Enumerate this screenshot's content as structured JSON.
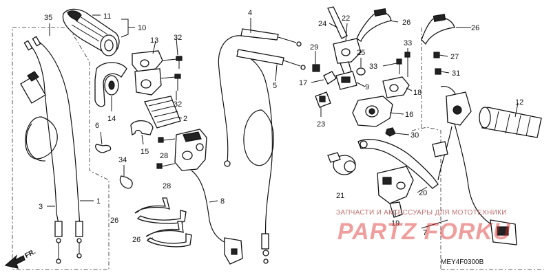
{
  "diagram": {
    "code": "MEY4F0300B",
    "fr_label": "FR.",
    "watermark_text": "ЗАПЧАСТИ И АКСЕССУАРЫ ДЛЯ МОТОТЕХНИКИ",
    "watermark_logo": "PARTZ FORKU",
    "labels": [
      {
        "id": "11",
        "text": "11"
      },
      {
        "id": "10",
        "text": "10"
      },
      {
        "id": "35",
        "text": "35"
      },
      {
        "id": "13",
        "text": "13"
      },
      {
        "id": "32a",
        "text": "32"
      },
      {
        "id": "32b",
        "text": "32"
      },
      {
        "id": "4",
        "text": "4"
      },
      {
        "id": "5",
        "text": "5"
      },
      {
        "id": "24",
        "text": "24"
      },
      {
        "id": "22",
        "text": "22"
      },
      {
        "id": "26a",
        "text": "26"
      },
      {
        "id": "26b",
        "text": "26"
      },
      {
        "id": "26c",
        "text": "26"
      },
      {
        "id": "26d",
        "text": "26"
      },
      {
        "id": "29",
        "text": "29"
      },
      {
        "id": "25",
        "text": "25"
      },
      {
        "id": "33a",
        "text": "33"
      },
      {
        "id": "33b",
        "text": "33"
      },
      {
        "id": "27",
        "text": "27"
      },
      {
        "id": "31",
        "text": "31"
      },
      {
        "id": "17",
        "text": "17"
      },
      {
        "id": "9",
        "text": "9"
      },
      {
        "id": "18",
        "text": "18"
      },
      {
        "id": "14",
        "text": "14"
      },
      {
        "id": "6",
        "text": "6"
      },
      {
        "id": "2",
        "text": "2"
      },
      {
        "id": "16",
        "text": "16"
      },
      {
        "id": "23",
        "text": "23"
      },
      {
        "id": "30",
        "text": "30"
      },
      {
        "id": "12",
        "text": "12"
      },
      {
        "id": "15",
        "text": "15"
      },
      {
        "id": "28a",
        "text": "28"
      },
      {
        "id": "28b",
        "text": "28"
      },
      {
        "id": "34",
        "text": "34"
      },
      {
        "id": "21",
        "text": "21"
      },
      {
        "id": "20",
        "text": "20"
      },
      {
        "id": "8",
        "text": "8"
      },
      {
        "id": "3",
        "text": "3"
      },
      {
        "id": "1",
        "text": "1"
      },
      {
        "id": "19",
        "text": "19"
      },
      {
        "id": "7",
        "text": "7"
      }
    ]
  }
}
